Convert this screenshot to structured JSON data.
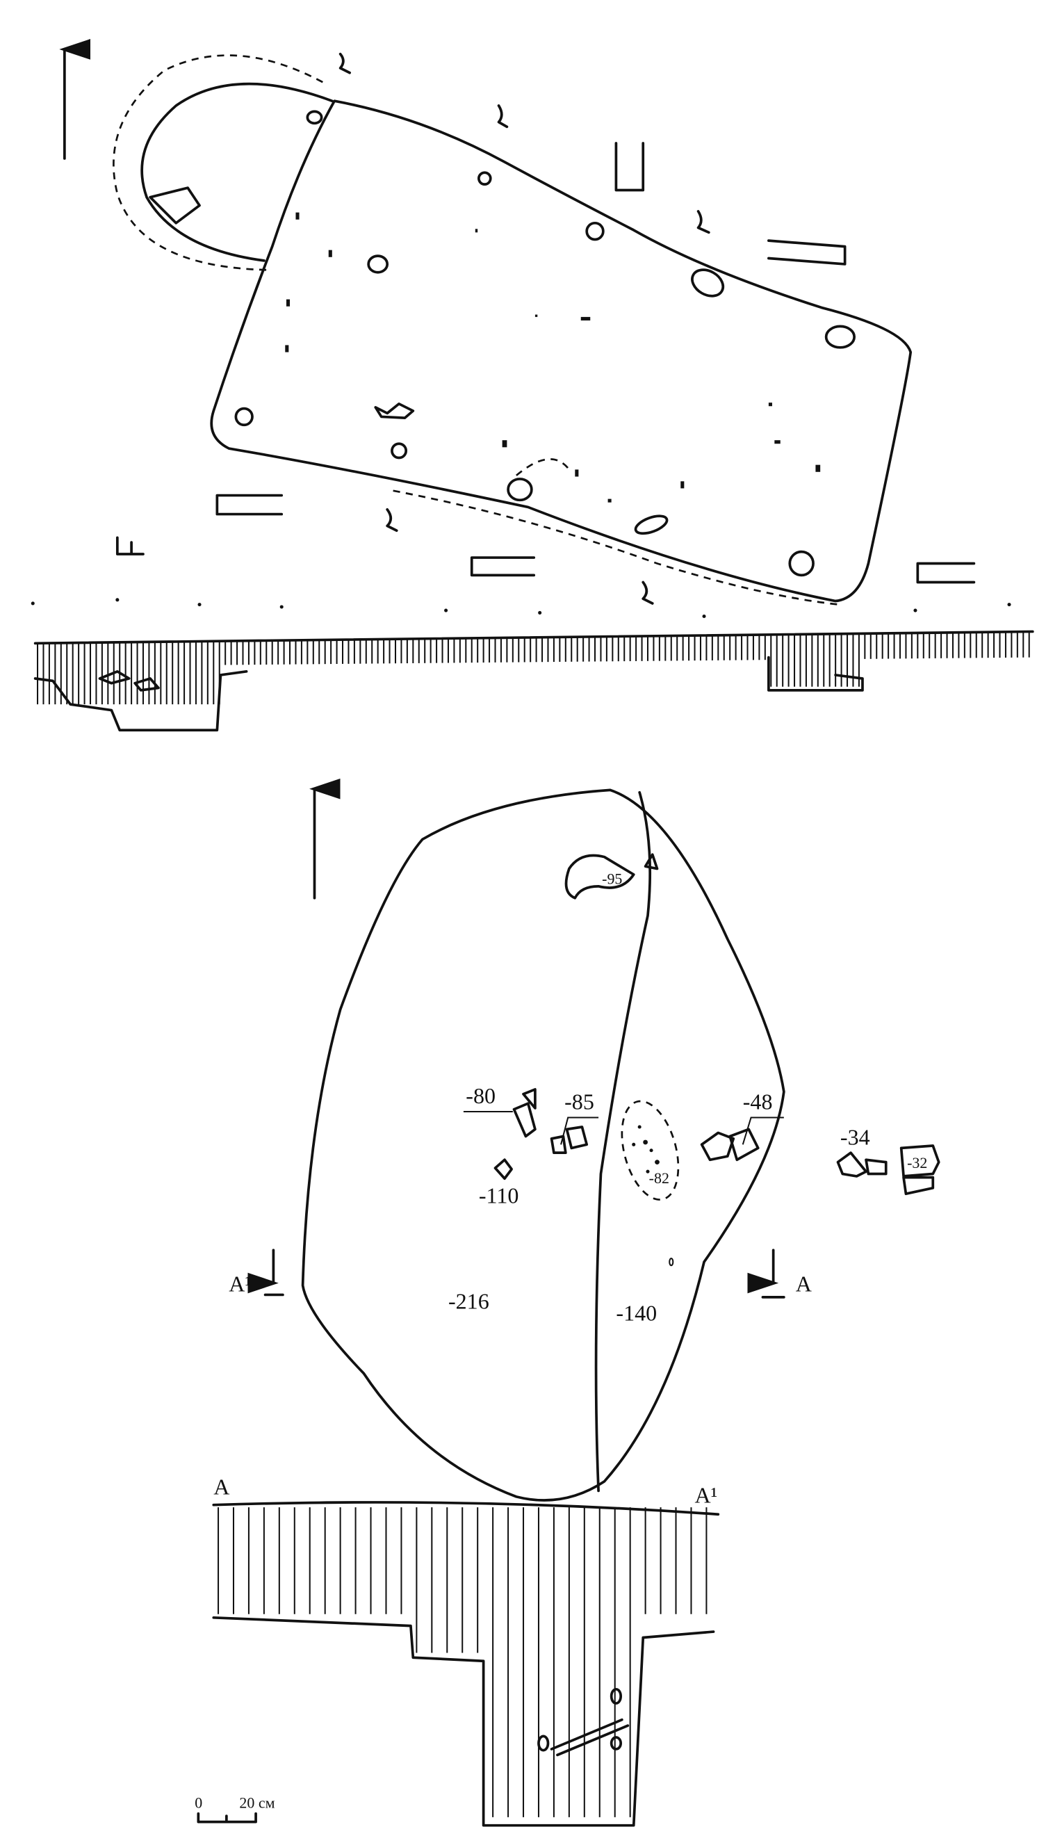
{
  "upper_plan": {
    "north_arrow": "north-arrow-icon"
  },
  "lower_plan": {
    "depth_labels": {
      "d95": "-95",
      "d80": "-80",
      "d85": "-85",
      "d48": "-48",
      "d34": "-34",
      "d32": "-32",
      "d110": "-110",
      "d82": "-82",
      "d216": "-216",
      "d140": "-140"
    },
    "section_markers": {
      "left": "A¹",
      "right": "A"
    }
  },
  "section": {
    "left_label": "A",
    "right_label": "A¹"
  },
  "scale_bar": {
    "zero": "0",
    "length": "20 см"
  },
  "colors": {
    "ink": "#111111",
    "paper": "#ffffff"
  }
}
